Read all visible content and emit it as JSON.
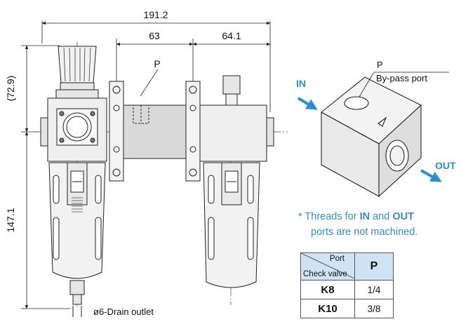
{
  "dimensions": {
    "overall_width": "191.2",
    "module_pitch": "63",
    "right_width": "64.1",
    "upper_height": "(72.9)",
    "lower_height": "147.1"
  },
  "labels": {
    "p_label": "P",
    "drain_outlet": "ø6-Drain outlet",
    "iso_p": "P",
    "bypass_port": "By-pass port",
    "in": "IN",
    "out": "OUT"
  },
  "note": {
    "prefix": "* Threads for ",
    "in": "IN",
    "and": " and ",
    "out": "OUT",
    "line2": "ports are not machined."
  },
  "port_table": {
    "header_port": "Port",
    "header_check_valve": "Check valve",
    "header_p": "P",
    "rows": [
      {
        "key": "K8",
        "value": "1/4"
      },
      {
        "key": "K10",
        "value": "3/8"
      }
    ]
  },
  "colors": {
    "accent": "#2e8fcf",
    "body_fill": "#ececec",
    "table_header": "#cfe3f5"
  }
}
